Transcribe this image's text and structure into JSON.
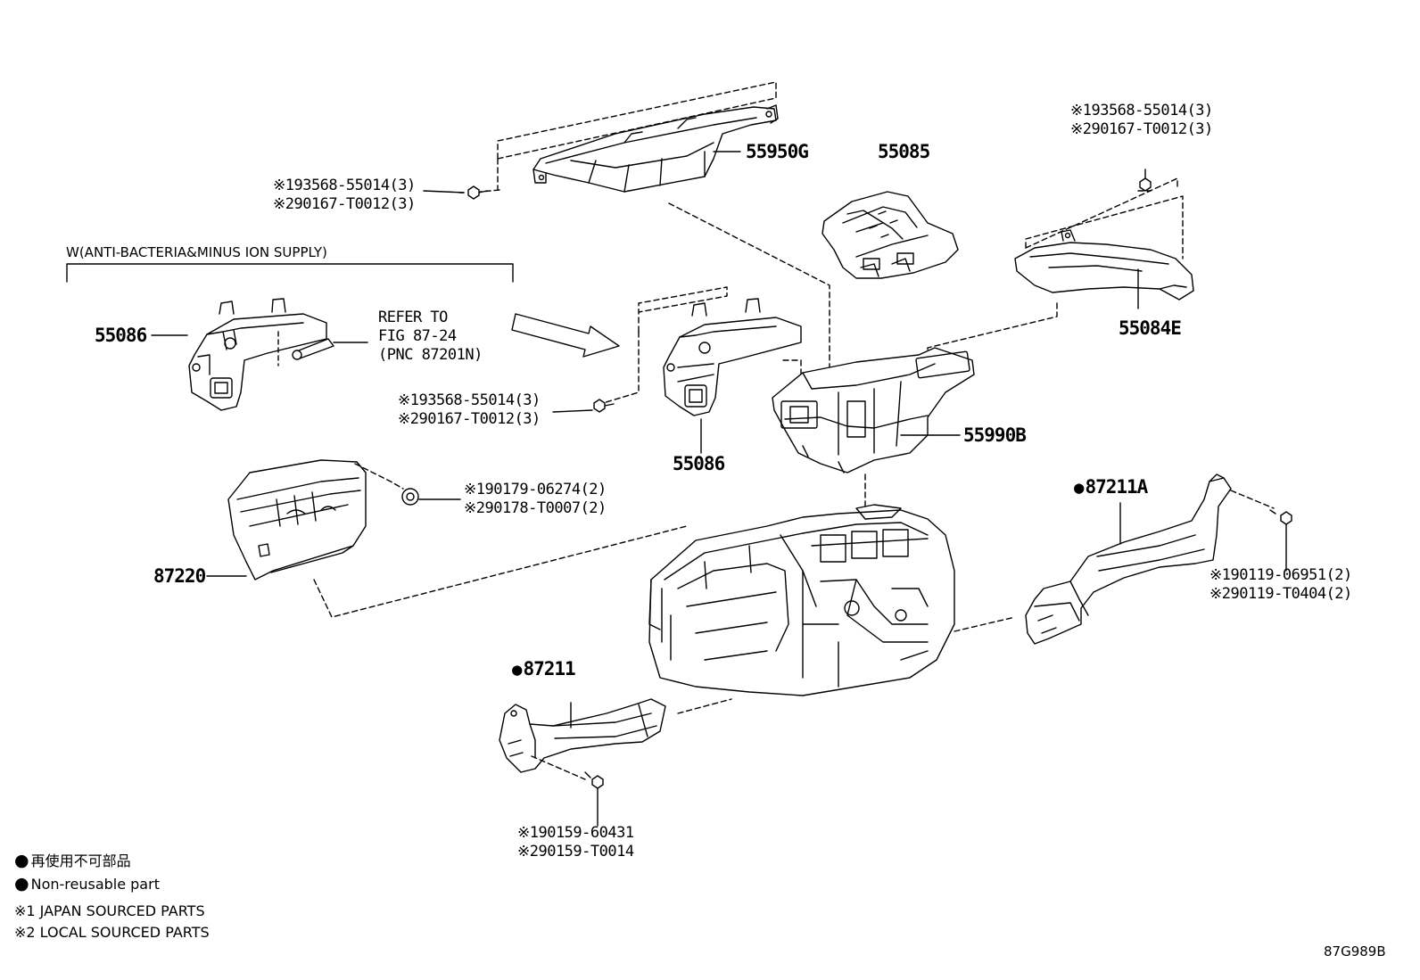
{
  "parts": {
    "p55950G": "55950G",
    "p55085": "55085",
    "p55084E": "55084E",
    "p55086_left": "55086",
    "p55086_center": "55086",
    "p55990B": "55990B",
    "p87211A": "87211A",
    "p87220": "87220",
    "p87211": "87211"
  },
  "fasteners": {
    "top_left": [
      "※193568-55014(3)",
      "※290167-T0012(3)"
    ],
    "top_right": [
      "※193568-55014(3)",
      "※290167-T0012(3)"
    ],
    "center": [
      "※193568-55014(3)",
      "※290167-T0012(3)"
    ],
    "nut_87220": [
      "※190179-06274(2)",
      "※290178-T0007(2)"
    ],
    "bolt_87211A": [
      "※190119-06951(2)",
      "※290119-T0404(2)"
    ],
    "bolt_87211": [
      "※190159-60431",
      "※290159-T0014"
    ]
  },
  "condition_label": "W(ANTI-BACTERIA&MINUS ION SUPPLY)",
  "refer_note": [
    "REFER TO",
    "FIG 87-24",
    "(PNC 87201N)"
  ],
  "legend": {
    "non_reusable_jp": "再使用不可部品",
    "non_reusable_en": "Non-reusable part",
    "note1": "※1 JAPAN SOURCED PARTS",
    "note2": "※2 LOCAL SOURCED PARTS"
  },
  "figure_id": "87G989B",
  "colors": {
    "line": "#000000",
    "background": "#ffffff"
  }
}
